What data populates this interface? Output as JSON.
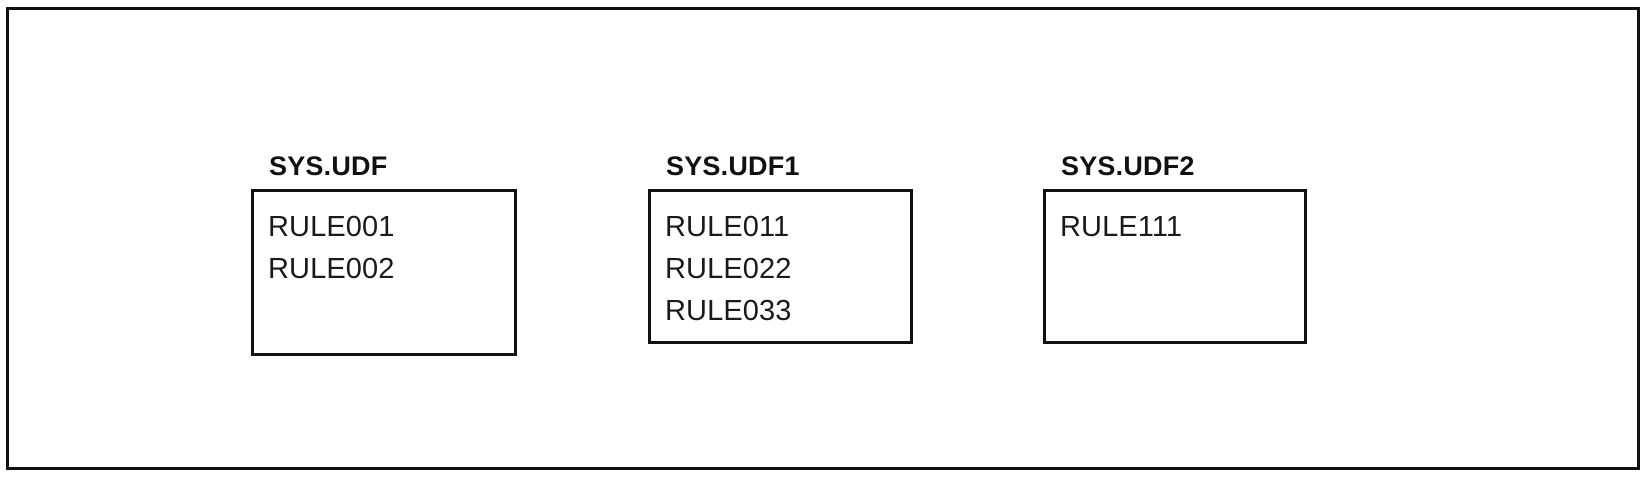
{
  "diagram": {
    "groups": [
      {
        "title": "SYS.UDF",
        "rules": [
          "RULE001",
          "RULE002"
        ]
      },
      {
        "title": "SYS.UDF1",
        "rules": [
          "RULE011",
          "RULE022",
          "RULE033"
        ]
      },
      {
        "title": "SYS.UDF2",
        "rules": [
          "RULE111"
        ]
      }
    ],
    "colors": {
      "border": "#111111",
      "background": "#ffffff",
      "text": "#1a1a1a"
    }
  }
}
